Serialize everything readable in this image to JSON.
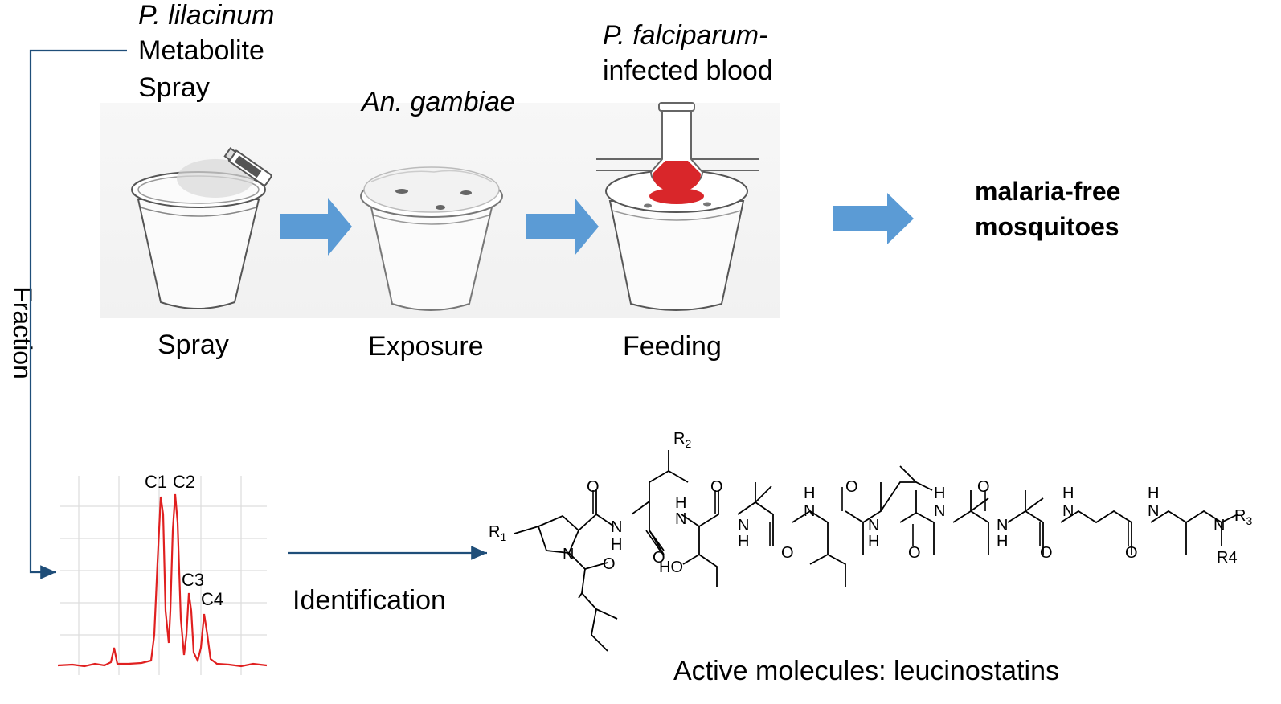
{
  "top_labels": {
    "organism": "P. lilacinum",
    "metabolite": "Metabolite",
    "spray": "Spray",
    "mosquito": "An. gambiae",
    "parasite": "P. falciparum-",
    "blood": "infected blood"
  },
  "steps": [
    "Spray",
    "Exposure",
    "Feeding"
  ],
  "outcome": {
    "line1": "malaria-free",
    "line2": "mosquitoes"
  },
  "side_label": "Fraction",
  "chromatogram": {
    "peaks": [
      "C1",
      "C2",
      "C3",
      "C4"
    ]
  },
  "identification": "Identification",
  "molecule": {
    "groups": [
      "R1",
      "R2",
      "R3",
      "R4"
    ],
    "atoms": {
      "N": "N",
      "H": "H",
      "O": "O",
      "HO": "HO"
    },
    "caption": "Active molecules: leucinostatins"
  },
  "colors": {
    "flow_line": "#1f4e79",
    "step_arrow": "#5b9bd5",
    "chromatogram_trace": "#e02020",
    "blood": "#d9262a"
  },
  "icons": [
    "spray-cup-icon",
    "exposure-cup-icon",
    "feeding-cup-icon",
    "step-arrow-icon"
  ]
}
